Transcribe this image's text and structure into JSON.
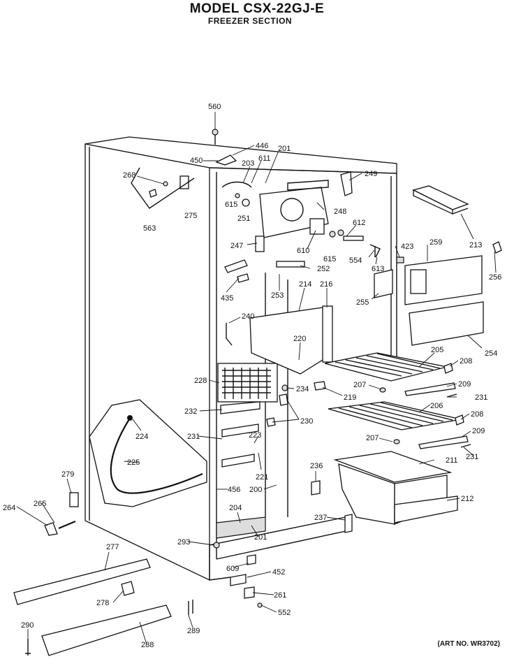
{
  "header": {
    "title": "MODEL CSX-22GJ-E",
    "subtitle": "FREEZER SECTION"
  },
  "footer": {
    "art_no": "(ART NO. WR3702)"
  },
  "parts": [
    "560",
    "446",
    "450",
    "201",
    "203",
    "611",
    "268",
    "249",
    "615",
    "251",
    "275",
    "563",
    "248",
    "612",
    "213",
    "423",
    "259",
    "247",
    "610",
    "615",
    "554",
    "613",
    "256",
    "252",
    "435",
    "253",
    "214",
    "216",
    "255",
    "240",
    "220",
    "254",
    "205",
    "208",
    "228",
    "234",
    "207",
    "209",
    "219",
    "231",
    "232",
    "230",
    "206",
    "208",
    "224",
    "223",
    "231",
    "207",
    "209",
    "231",
    "225",
    "221",
    "211",
    "279",
    "236",
    "212",
    "456",
    "200",
    "264",
    "265",
    "204",
    "237",
    "201",
    "293",
    "277",
    "609",
    "452",
    "278",
    "261",
    "552",
    "289",
    "290",
    "288"
  ]
}
